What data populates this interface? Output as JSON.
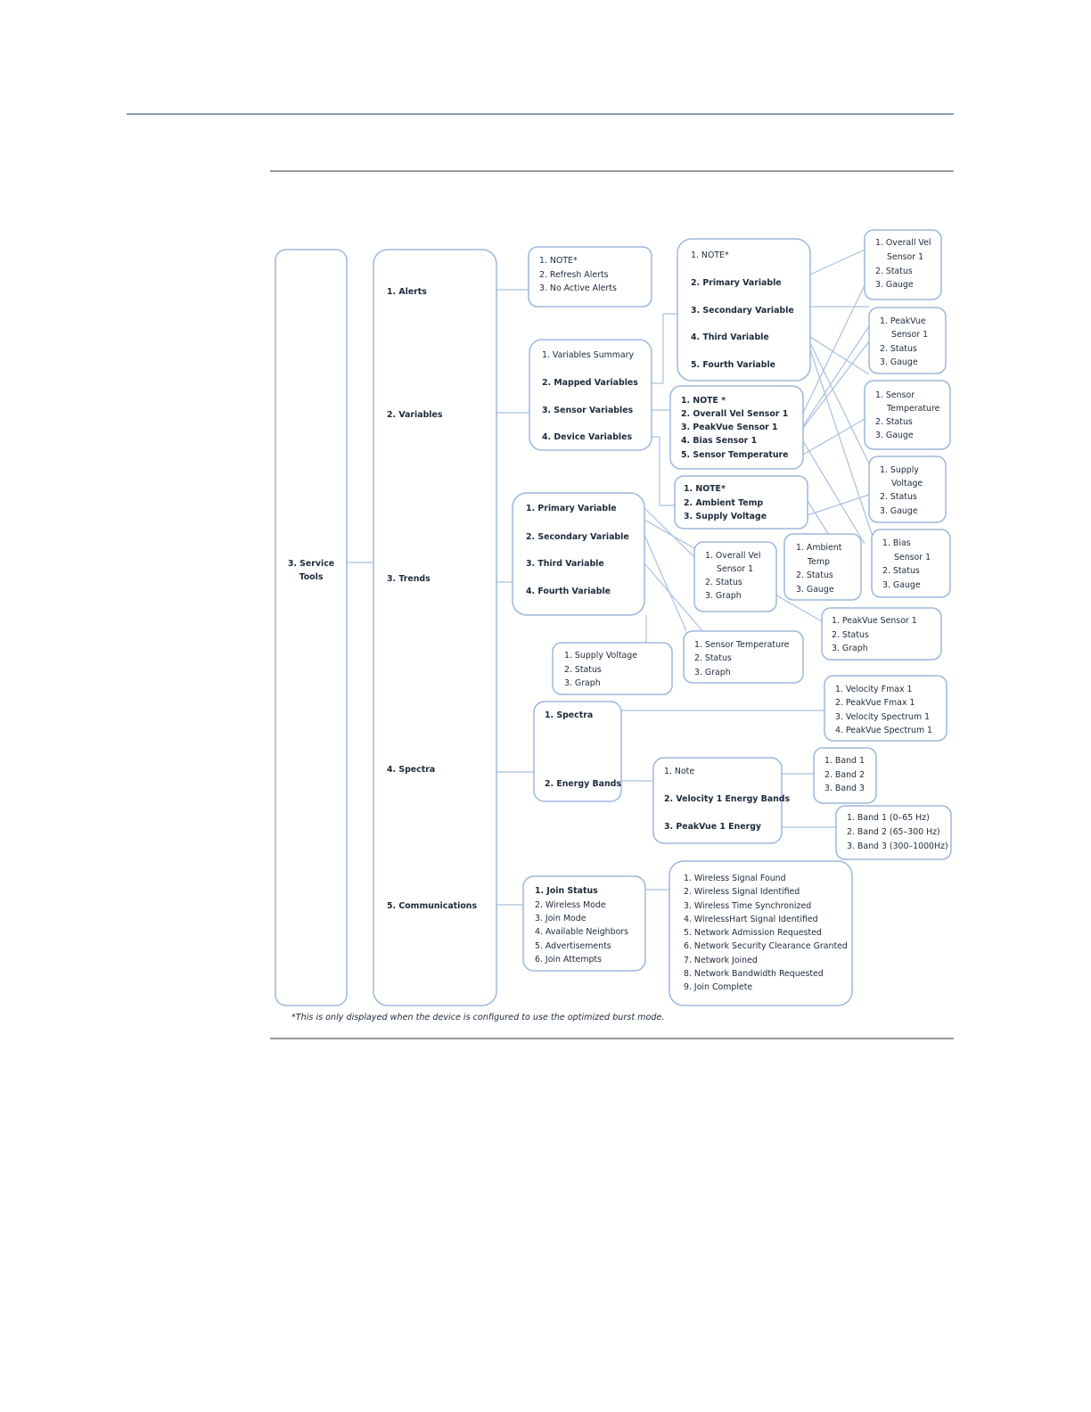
{
  "footnote": "*This is only displayed when the device is configured to use the optimized burst mode.",
  "boxes": {
    "root": [
      "3. Service",
      "Tools"
    ],
    "l1_alerts": [
      "1. Alerts"
    ],
    "l1_variables": [
      "2. Variables"
    ],
    "l1_trends": [
      "3. Trends"
    ],
    "l1_spectra": [
      "4. Spectra"
    ],
    "l1_comms": [
      "5. Communications"
    ],
    "alerts_menu": [
      "1.  NOTE*",
      "2.  Refresh Alerts",
      "3.  No Active Alerts"
    ],
    "variables_menu": [
      "1.  Variables Summary",
      "2.  Mapped Variables",
      "3.  Sensor Variables",
      "4.  Device Variables"
    ],
    "mapped_menu": [
      "1.  NOTE*",
      "2.  Primary Variable",
      "3.  Secondary Variable",
      "4.  Third Variable",
      "5.  Fourth Variable"
    ],
    "sensor_menu": [
      "1.  NOTE *",
      "2.  Overall Vel Sensor 1",
      "3.  PeakVue Sensor 1",
      "4.  Bias Sensor 1",
      "5.  Sensor Temperature"
    ],
    "device_menu": [
      "1.  NOTE*",
      "2.  Ambient Temp",
      "3.  Supply Voltage"
    ],
    "g_overall": [
      "1.  Overall Vel",
      "Sensor 1",
      "2.  Status",
      "3.  Gauge"
    ],
    "g_peakvue": [
      "1.  PeakVue",
      "Sensor 1",
      "2.  Status",
      "3.  Gauge"
    ],
    "g_sensortemp": [
      "1.  Sensor",
      "Temperature",
      "2.  Status",
      "3.  Gauge"
    ],
    "g_supply": [
      "1.  Supply",
      "Voltage",
      "2.  Status",
      "3.  Gauge"
    ],
    "g_bias": [
      "1.  Bias",
      "Sensor 1",
      "2.  Status",
      "3.  Gauge"
    ],
    "g_ambient": [
      "1.  Ambient",
      "Temp",
      "2.  Status",
      "3.  Gauge"
    ],
    "trends_menu": [
      "1.  Primary Variable",
      "2.  Secondary Variable",
      "3.  Third Variable",
      "4.  Fourth Variable"
    ],
    "t_overall": [
      "1.  Overall Vel",
      "Sensor 1",
      "2.  Status",
      "3.  Graph"
    ],
    "t_peakvue": [
      "1.  PeakVue  Sensor 1",
      "2.  Status",
      "3.  Graph"
    ],
    "t_supply": [
      "1.  Supply Voltage",
      "2.  Status",
      "3.  Graph"
    ],
    "t_sensortemp": [
      "1.  Sensor Temperature",
      "2.  Status",
      "3.  Graph"
    ],
    "spectra_menu": [
      "1.  Spectra",
      "2.  Energy Bands"
    ],
    "spectra_list": [
      "1.  Velocity Fmax 1",
      "2.  PeakVue Fmax 1",
      "3.  Velocity Spectrum 1",
      "4.  PeakVue Spectrum 1"
    ],
    "energy_menu": [
      "1.  Note",
      "2.  Velocity 1 Energy Bands",
      "3.  PeakVue 1 Energy"
    ],
    "bands_vel": [
      "1.  Band 1",
      "2.  Band 2",
      "3.  Band 3"
    ],
    "bands_pv": [
      "1.  Band 1 (0–65 Hz)",
      "2.  Band 2 (65–300 Hz)",
      "3.  Band 3 (300–1000Hz)"
    ],
    "comms_menu": [
      "1.  Join Status",
      "2.  Wireless Mode",
      "3.  Join Mode",
      "4.  Available Neighbors",
      "5.  Advertisements",
      "6.  Join Attempts"
    ],
    "join_status": [
      "1.  Wireless Signal Found",
      "2.  Wireless Signal Identified",
      "3.  Wireless Time Synchronized",
      "4.  WirelessHart Signal Identified",
      "5.  Network Admission Requested",
      "6.  Network Security Clearance Granted",
      "7.  Network Joined",
      "8.  Network Bandwidth Requested",
      "9.  Join Complete"
    ]
  }
}
